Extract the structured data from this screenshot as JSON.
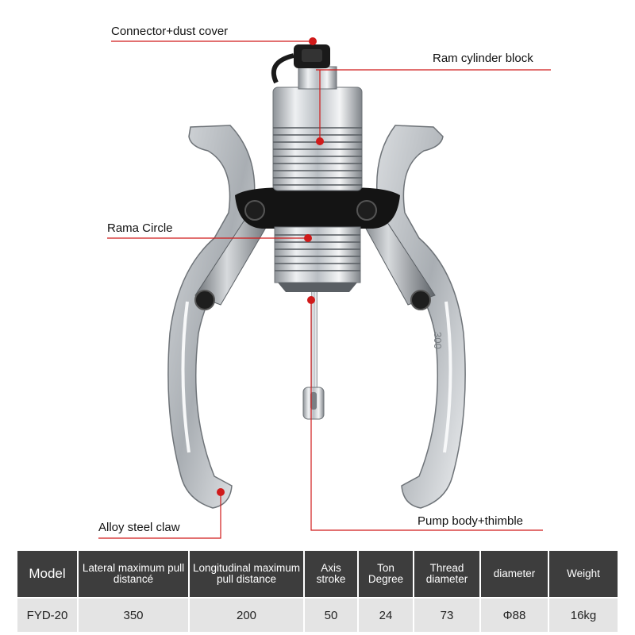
{
  "callouts": {
    "connector": "Connector+dust cover",
    "ram_block": "Ram cylinder block",
    "rama_circle": "Rama Circle",
    "claw": "Alloy steel claw",
    "pump_body": "Pump body+thimble"
  },
  "engraving": "300",
  "colors": {
    "callout_line": "#d01a1a",
    "table_header": "#3d3d3d",
    "table_row": "#e4e4e4"
  },
  "spec_table": {
    "headers": [
      "Model",
      "Lateral maximum pull distancé",
      "Longitudinal maximum pull distance",
      "Axis stroke",
      "Ton Degree",
      "Thread diameter",
      "diameter",
      "Weight"
    ],
    "row": [
      "FYD-20",
      "350",
      "200",
      "50",
      "24",
      "73",
      "Φ88",
      "16kg"
    ]
  }
}
